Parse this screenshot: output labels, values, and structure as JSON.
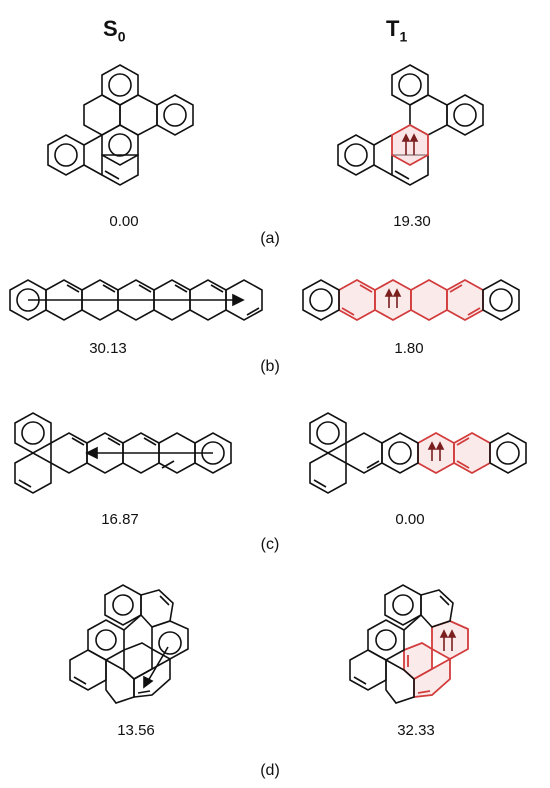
{
  "headers": {
    "s0": "S",
    "s0_sub": "0",
    "t1": "T",
    "t1_sub": "1"
  },
  "panels": [
    {
      "label": "(a)",
      "s0_value": "0.00",
      "t1_value": "19.30"
    },
    {
      "label": "(b)",
      "s0_value": "30.13",
      "t1_value": "1.80"
    },
    {
      "label": "(c)",
      "s0_value": "16.87",
      "t1_value": "0.00"
    },
    {
      "label": "(d)",
      "s0_value": "13.56",
      "t1_value": "32.33"
    }
  ],
  "colors": {
    "structure": "#111111",
    "highlight": "#d23c3c",
    "highlight_fill": "#f7d6d6"
  }
}
